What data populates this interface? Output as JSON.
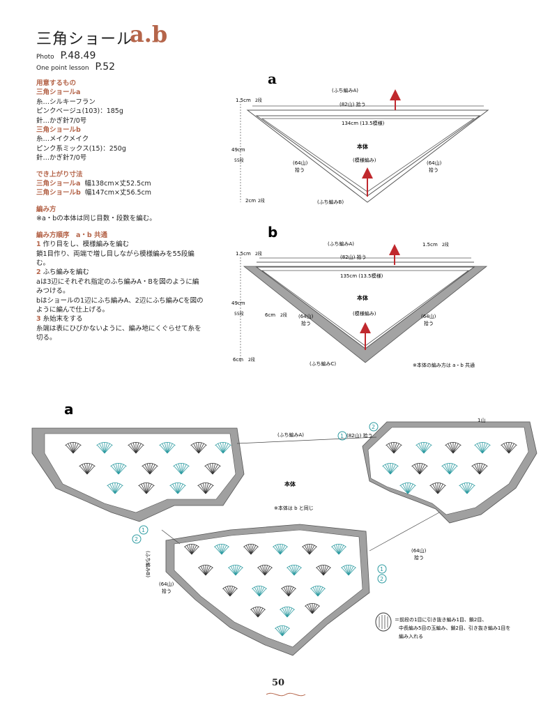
{
  "header": {
    "title": "三角ショール",
    "title_suffix": "a.b",
    "photo_label": "Photo",
    "photo_pages": "P.48.49",
    "lesson_label": "One point lesson",
    "lesson_page": "P.52"
  },
  "materials": {
    "heading": "用意するもの",
    "shawl_a": {
      "name": "三角ショールa",
      "yarn": "糸…シルキーフラン",
      "color": "ピンクベージュ(103)：185g",
      "hook": "針…かぎ針7/0号"
    },
    "shawl_b": {
      "name": "三角ショールb",
      "yarn": "糸…メイクメイク",
      "color": "ピンク系ミックス(15)：250g",
      "hook": "針…かぎ針7/0号"
    }
  },
  "size": {
    "heading": "でき上がり寸法",
    "a_name": "三角ショールa",
    "a_value": "幅138cm×丈52.5cm",
    "b_name": "三角ショールb",
    "b_value": "幅147cm×丈56.5cm"
  },
  "method": {
    "heading": "編み方",
    "text": "※a・bの本体は同じ目数・段数を編む。"
  },
  "steps": {
    "heading": "編み方順序　a・b 共通",
    "s1_num": "1",
    "s1_title": "作り目をし、模様編みを編む",
    "s1_text": "鎖1目作り、両端で増し目しながら模様編みを55段編む。",
    "s2_num": "2",
    "s2_title": "ふち編みを編む",
    "s2_text_a": "aは3辺にそれぞれ指定のふち編みA・Bを図のように編みつける。",
    "s2_text_b": "bはショールの1辺にふち編みA、2辺にふち編みCを図のように編んで仕上げる。",
    "s3_num": "3",
    "s3_title": "糸始末をする",
    "s3_text": "糸端は表にひびかないように、編み地にくぐらせて糸を切る。"
  },
  "diagram_a": {
    "label": "a",
    "edge_a": "(ふち編みA)",
    "top_pick": "(82山) 拾う",
    "width": "134cm (13.5模様)",
    "body": "本体",
    "body_sub": "(模様編み)",
    "left_pick_n": "(64山)",
    "left_pick_t": "拾う",
    "right_pick_n": "(64山)",
    "right_pick_t": "拾う",
    "edge_b": "(ふち編みB)",
    "dim_top": "1.5cm",
    "dim_top_rows": "2段",
    "dim_height": "49cm",
    "dim_height_rows": "55段",
    "dim_bottom": "2cm",
    "dim_bottom_rows": "2段"
  },
  "diagram_b": {
    "label": "b",
    "edge_a": "(ふち編みA)",
    "top_pick": "(82山) 拾う",
    "right_dim": "1.5cm",
    "right_dim_rows": "2段",
    "width": "135cm (13.5模様)",
    "body": "本体",
    "body_sub": "(模様編み)",
    "left_pick_n": "(64山)",
    "left_pick_t": "拾う",
    "right_pick_n": "(64山)",
    "right_pick_t": "拾う",
    "edge_c": "(ふち編みC)",
    "dim_top": "1.5cm",
    "dim_top_rows": "2段",
    "dim_height": "49cm",
    "dim_height_rows": "55段",
    "dim_side": "6cm",
    "dim_side_rows": "2段",
    "dim_bottom": "6cm",
    "dim_bottom_rows": "2段",
    "note": "※本体の編み方は a・b 共通"
  },
  "chart_a": {
    "label": "a",
    "edge_a": "(ふち編みA)",
    "pick_82": "(82山) 拾う",
    "yama": "1山",
    "body": "本体",
    "body_note": "※本体は b と同じ",
    "edge_b": "(ふち編みB)",
    "pick_64_left": "(64山)",
    "pick_64_left_t": "拾う",
    "pick_64_right": "(64山)",
    "pick_64_right_t": "拾う",
    "round1": "1",
    "round2": "2",
    "legend_line1": "＝前段の1目に引き抜き編み1目、鎖2目、",
    "legend_line2": "中長編み5目の玉編み、鎖2目、引き抜き編み1目を",
    "legend_line3": "編み入れる"
  },
  "footer": {
    "page_number": "50"
  },
  "colors": {
    "accent": "#b5654a",
    "arrow_red": "#c0282d",
    "chart_teal": "#2b9aa0",
    "edge_gray": "#9a9a9a"
  }
}
